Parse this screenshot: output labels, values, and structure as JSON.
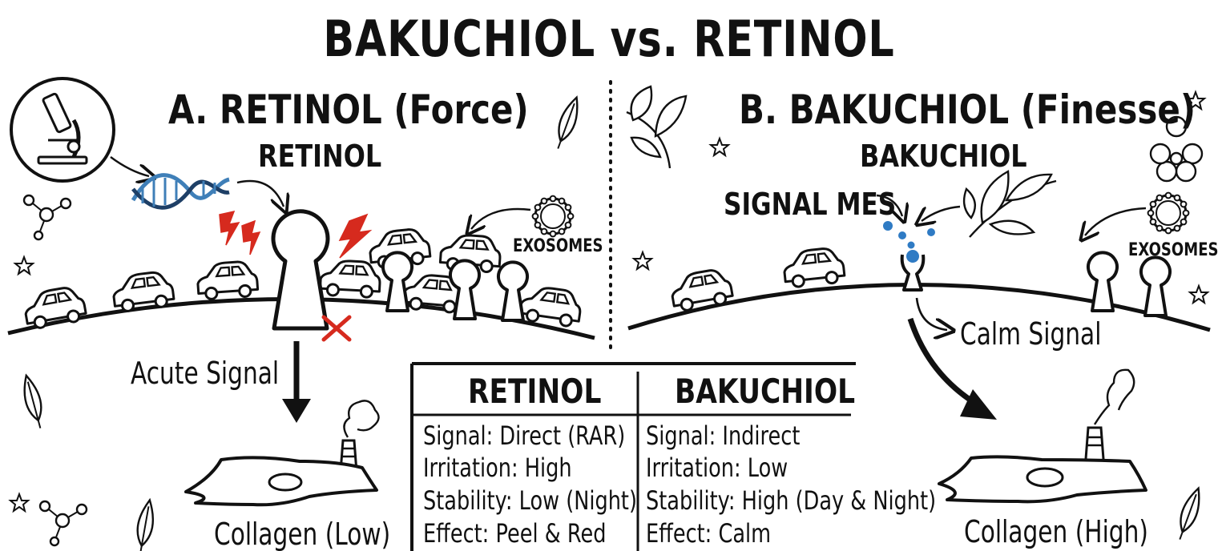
{
  "title": "BAKUCHIOL vs. RETINOL",
  "panel_a": {
    "heading": "A. RETINOL (Force)",
    "subheading": "RETINOL",
    "exosomes_label": "EXOSOMES",
    "signal_label": "Acute Signal",
    "collagen_label": "Collagen (Low)"
  },
  "panel_b": {
    "heading": "B. BAKUCHIOL (Finesse)",
    "subheading": "BAKUCHIOL",
    "messenger_label": "SIGNAL MES",
    "exosomes_label": "EXOSOMES",
    "signal_label": "Calm Signal",
    "collagen_label": "Collagen (High)"
  },
  "table": {
    "headers": [
      "RETINOL",
      "BAKUCHIOL"
    ],
    "rows": [
      [
        "Signal: Direct (RAR)",
        "Signal: Indirect"
      ],
      [
        "Irritation: High",
        "Irritation: Low"
      ],
      [
        "Stability: Low (Night)",
        "Stability: High (Day & Night)"
      ],
      [
        "Effect: Peel & Red",
        "Effect: Calm"
      ]
    ]
  },
  "colors": {
    "ink": "#111111",
    "irritation_red": "#d62a1e",
    "dna_blue": "#3f7fb8",
    "molecule_blue": "#2f7bc4"
  },
  "icons": [
    "microscope-icon",
    "dna-helix-icon",
    "lightning-icon",
    "x-mark-icon",
    "exosome-icon",
    "car-icon",
    "keyhole-receptor-icon",
    "leaf-icon",
    "flower-icon",
    "star-icon",
    "molecule-icon",
    "factory-icon",
    "cell-icon"
  ]
}
